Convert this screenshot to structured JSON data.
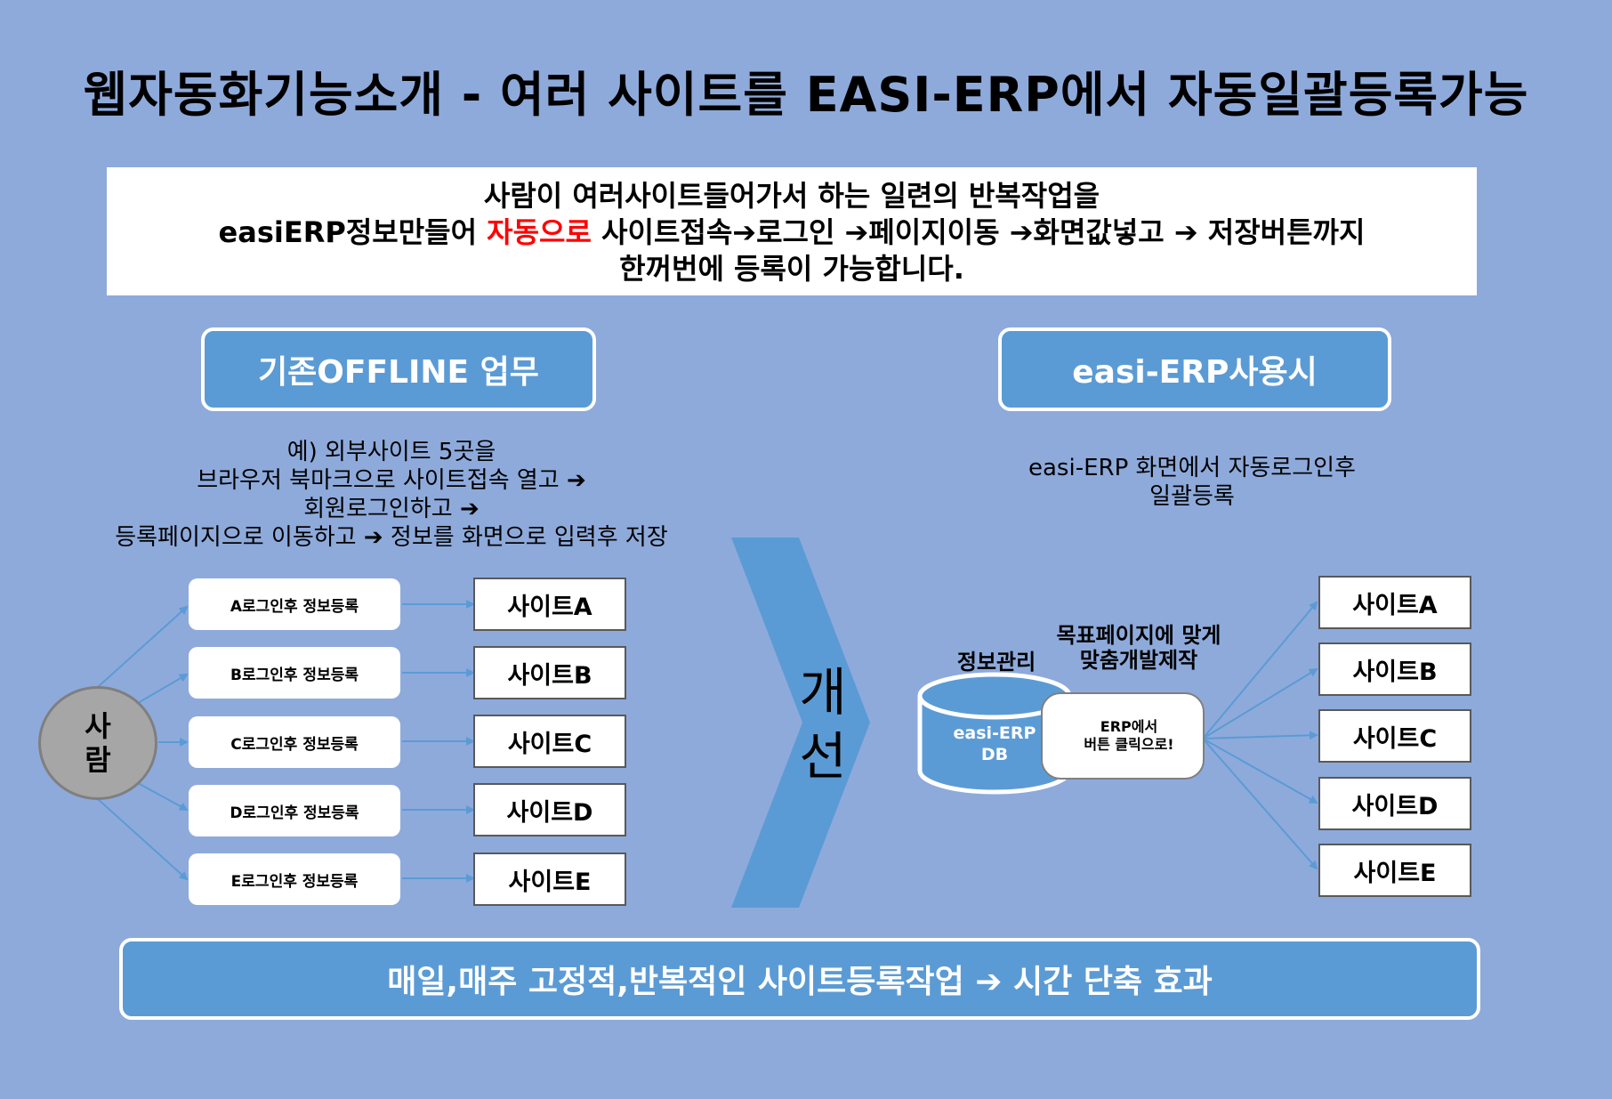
{
  "title": "웹자동화기능소개 - 여러 사이트를 EASI-ERP에서 자동일괄등록가능",
  "intro": {
    "line1": "사람이 여러사이트들어가서 하는 일련의 반복작업을",
    "line2_pre": "easiERP정보만들어 ",
    "line2_red": "자동으로",
    "line2_post": " 사이트접속➔로그인 ➔페이지이동 ➔화면값넣고 ➔ 저장버튼까지",
    "line3": "한꺼번에 등록이 가능합니다."
  },
  "left": {
    "header": "기존OFFLINE 업무",
    "desc": [
      "예) 외부사이트 5곳을",
      "브라우저 북마크으로 사이트접속 열고 ➔",
      "회원로그인하고 ➔",
      "등록페이지으로 이동하고 ➔ 정보를 화면으로 입력후 저장"
    ],
    "person": [
      "사",
      "람"
    ],
    "tasks": [
      "A로그인후 정보등록",
      "B로그인후 정보등록",
      "C로그인후 정보등록",
      "D로그인후 정보등록",
      "E로그인후 정보등록"
    ],
    "sites": [
      "사이트A",
      "사이트B",
      "사이트C",
      "사이트D",
      "사이트E"
    ]
  },
  "improve": [
    "개",
    "선"
  ],
  "right": {
    "header": "easi-ERP사용시",
    "desc": [
      "easi-ERP 화면에서 자동로그인후",
      "일괄등록"
    ],
    "db_label": "정보관리",
    "db_text": [
      "easi-ERP",
      "DB"
    ],
    "dev_label": [
      "목표페이지에 맞게",
      "맞춤개발제작"
    ],
    "erp_button": [
      "ERP에서",
      "버튼 클릭으로!"
    ],
    "sites": [
      "사이트A",
      "사이트B",
      "사이트C",
      "사이트D",
      "사이트E"
    ]
  },
  "footer": "매일,매주 고정적,반복적인 사이트등록작업 ➔ 시간 단축 효과",
  "colors": {
    "background": "#8eaadb",
    "accent": "#5b9bd5",
    "highlight": "#ff0000"
  }
}
